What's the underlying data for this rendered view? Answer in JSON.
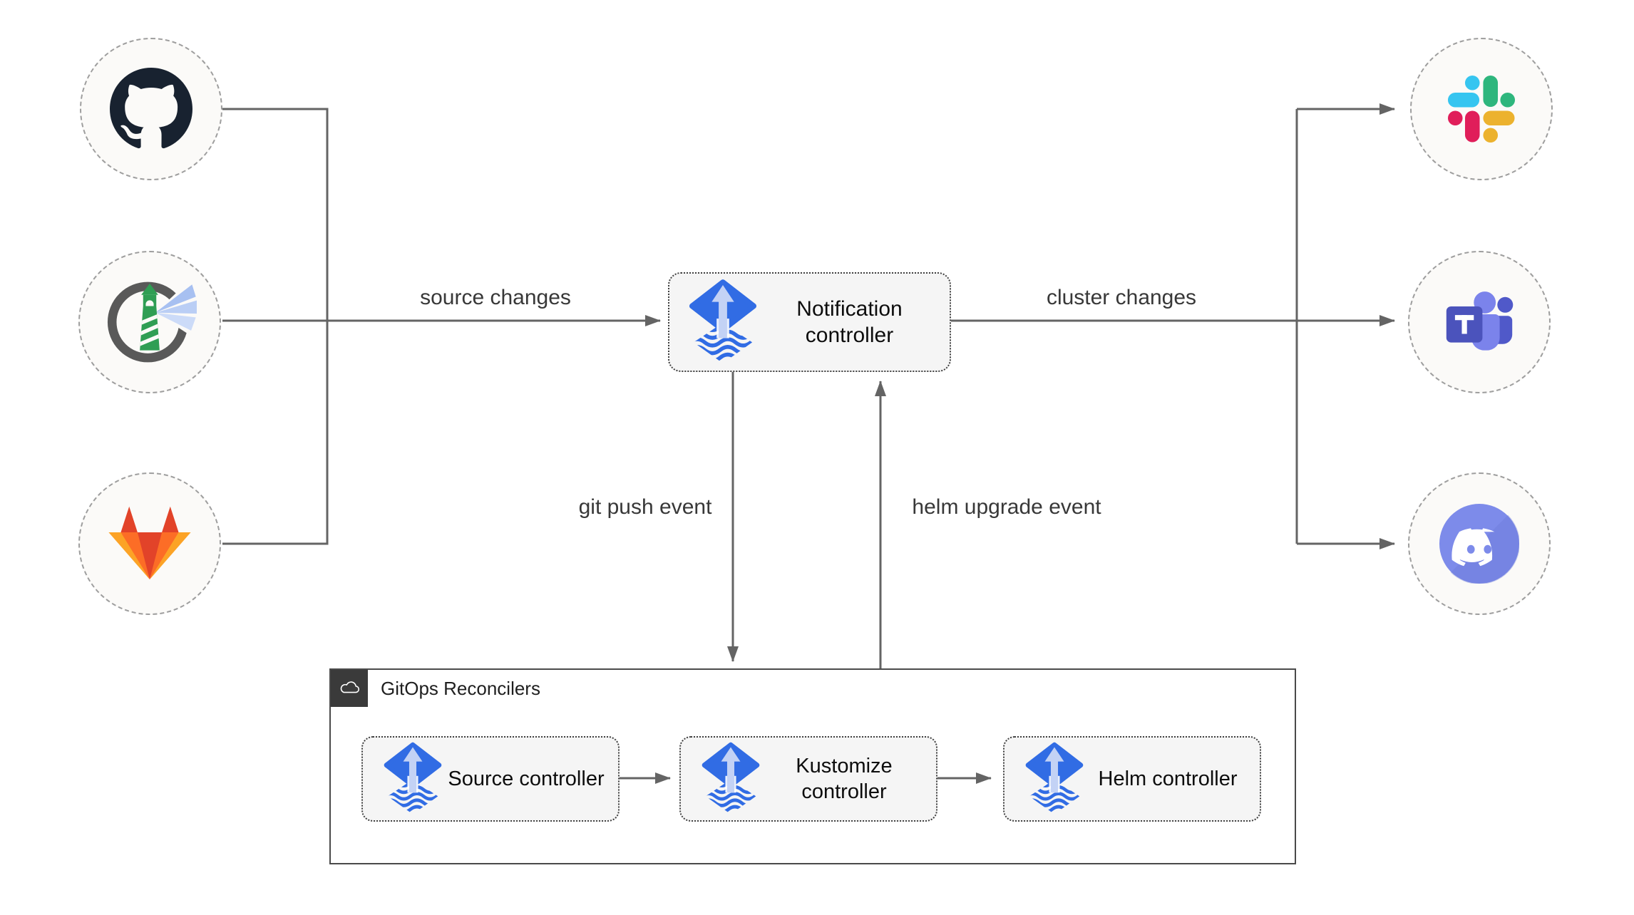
{
  "nodes": {
    "notification": {
      "label": "Notification controller",
      "icon": "flux-icon"
    },
    "source": {
      "label": "Source controller",
      "icon": "flux-icon"
    },
    "kustomize": {
      "label": "Kustomize controller",
      "icon": "flux-icon"
    },
    "helm": {
      "label": "Helm controller",
      "icon": "flux-icon"
    }
  },
  "group": {
    "label": "GitOps Reconcilers",
    "icon": "cloud-icon"
  },
  "edges": {
    "source_changes": {
      "label": "source changes"
    },
    "cluster_changes": {
      "label": "cluster changes"
    },
    "git_push": {
      "label": "git push event"
    },
    "helm_upgrade": {
      "label": "helm upgrade event"
    }
  },
  "integrations": {
    "sources": [
      {
        "icon": "github-icon"
      },
      {
        "icon": "harbor-icon"
      },
      {
        "icon": "gitlab-icon"
      }
    ],
    "targets": [
      {
        "icon": "slack-icon"
      },
      {
        "icon": "teams-icon"
      },
      {
        "icon": "discord-icon"
      }
    ]
  },
  "colors": {
    "flux_blue": "#316ce4",
    "flux_arrow": "#c3d2f5",
    "edge": "#646464",
    "node_bg": "#f5f5f5",
    "circle_bg": "#fbfaf8",
    "group_tab": "#3a3a3a",
    "github": "#182230",
    "harbor_green": "#2f9e54",
    "gitlab_red": "#e24329",
    "gitlab_orange": "#fc6d26",
    "gitlab_yellow": "#fca326",
    "slack_blue": "#36C5F0",
    "slack_green": "#2EB67D",
    "slack_yellow": "#ECB22E",
    "slack_pink": "#E01E5A",
    "teams_purple": "#4b53bc",
    "discord_blurple": "#7d8bea"
  }
}
